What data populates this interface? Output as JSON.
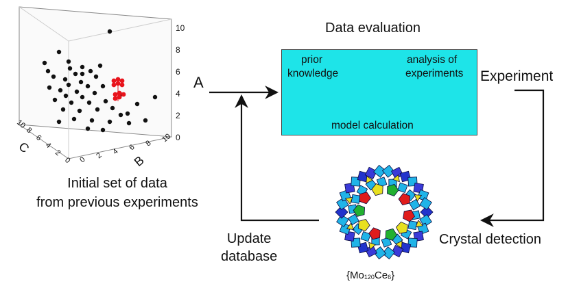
{
  "eval_title": "Data evaluation",
  "eval_box": {
    "prior": "prior",
    "knowledge": "knowledge",
    "analysis": "analysis of",
    "experiments": "experiments",
    "model": "model calculation",
    "fill": "#1ee4e8"
  },
  "axis_letter": "A",
  "experiment": "Experiment",
  "crystal_detection": "Crystal detection",
  "update": {
    "line1": "Update",
    "line2": "database"
  },
  "initial": {
    "line1": "Initial set of data",
    "line2": "from previous experiments"
  },
  "formula": {
    "pre": "{Mo",
    "sub1": "120",
    "mid": "Ce",
    "sub2": "6",
    "post": "}"
  },
  "plot3d": {
    "axis_a_ticks": [
      "0",
      "2",
      "4",
      "6",
      "8",
      "10"
    ],
    "axis_b_ticks": [
      "0",
      "2",
      "4",
      "6",
      "8",
      "10"
    ],
    "axis_c_ticks": [
      "0",
      "2",
      "4",
      "6",
      "8",
      "10"
    ],
    "axis_b_label": "B",
    "axis_c_label": "C",
    "black_point_color": "#111111",
    "red_point_color": "#e8141c"
  },
  "colors": {
    "polyhedra": [
      "#2233cc",
      "#20b4e8",
      "#e01c1c",
      "#22b030",
      "#e8e020",
      "#3a3ad8"
    ]
  }
}
